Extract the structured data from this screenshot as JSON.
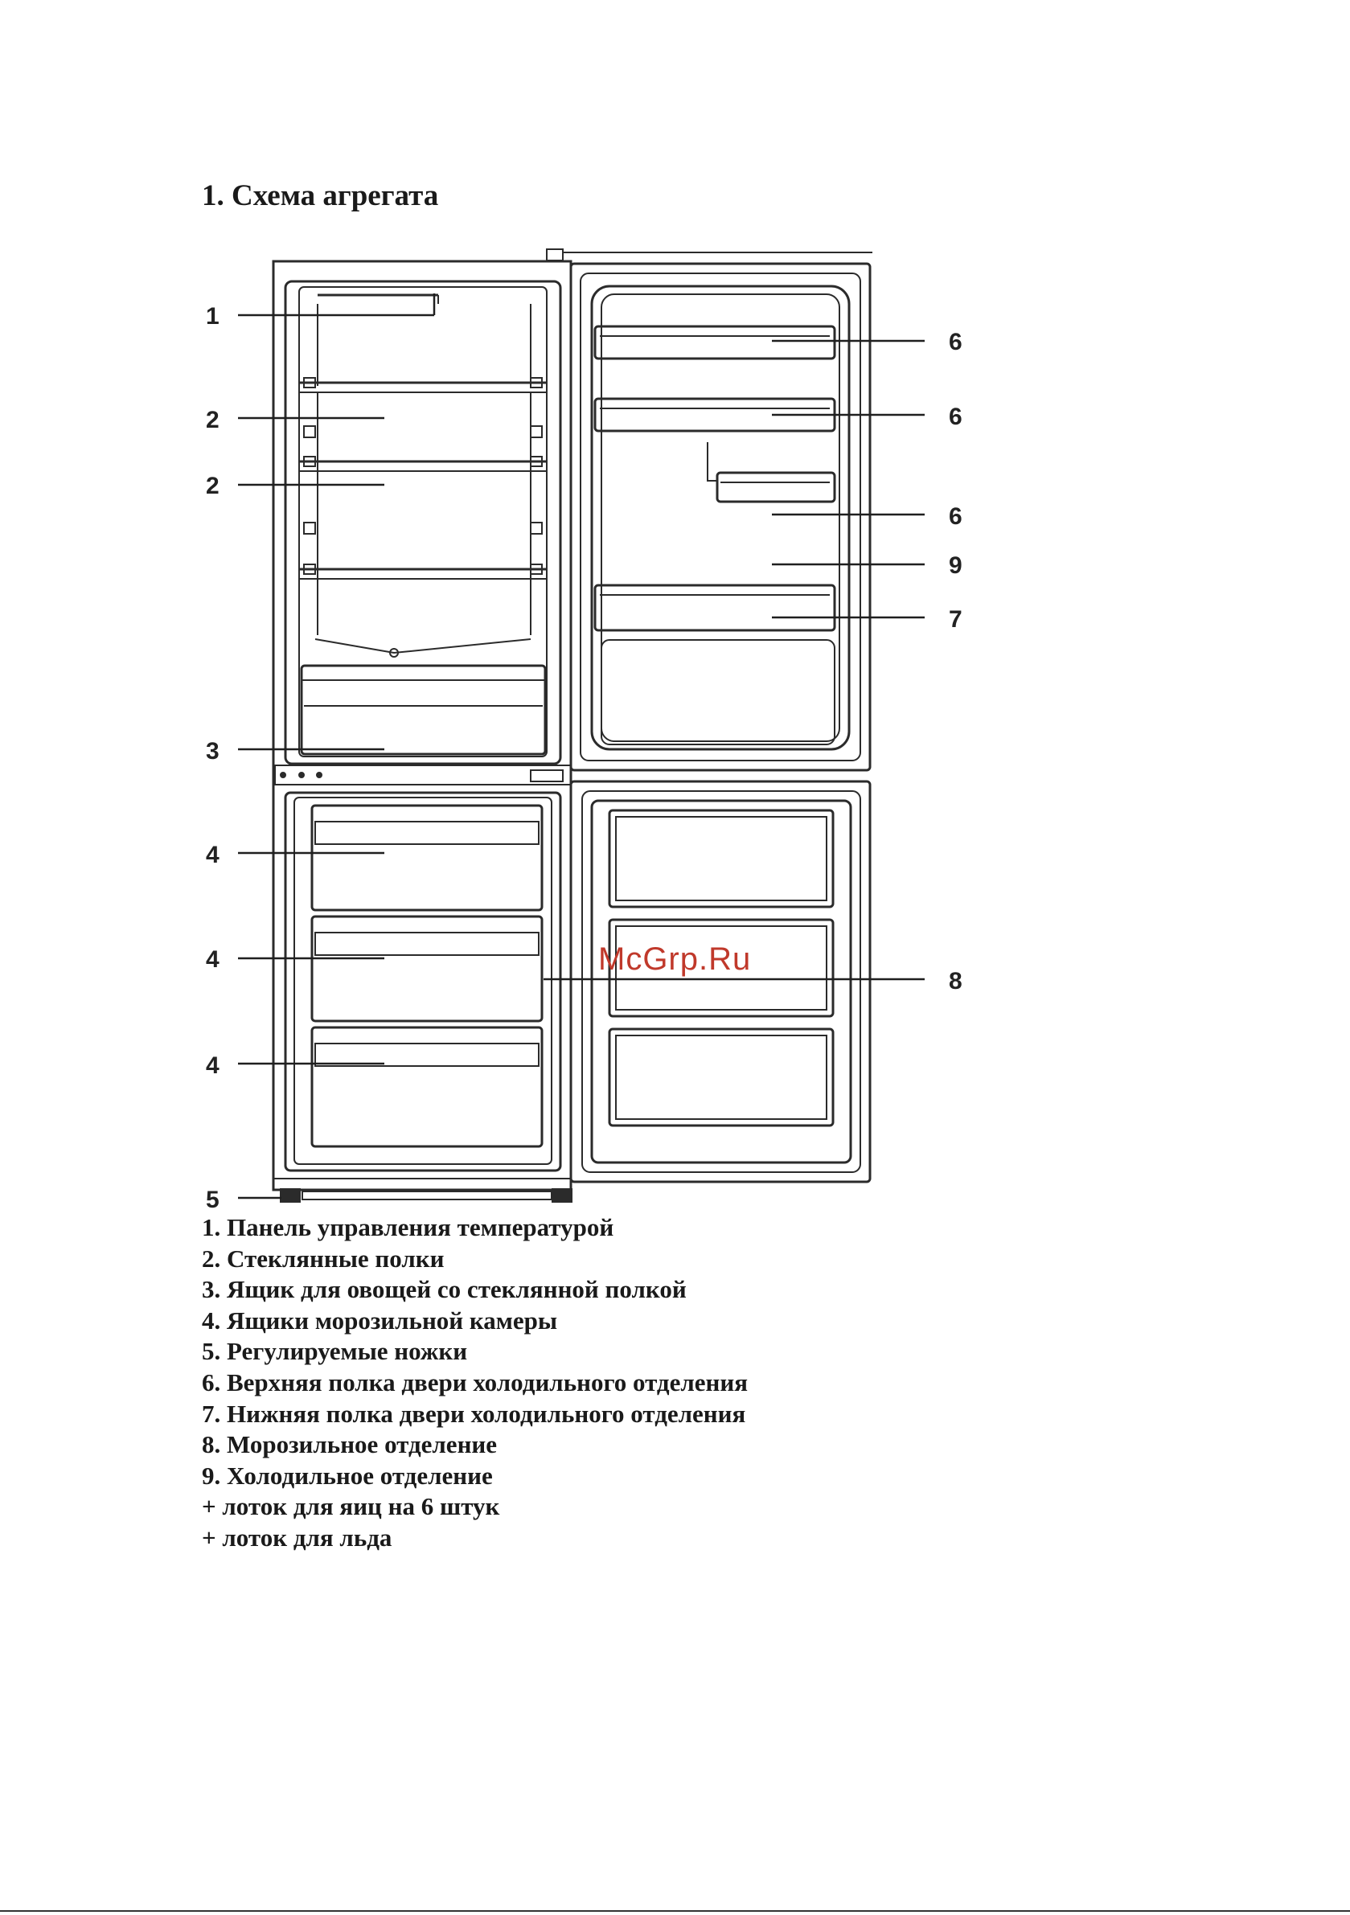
{
  "page": {
    "title": "1. Схема агрегата"
  },
  "diagram": {
    "callouts_left": [
      "1",
      "2",
      "2",
      "3",
      "4",
      "4",
      "4",
      "5"
    ],
    "callouts_right": [
      "6",
      "6",
      "6",
      "9",
      "7",
      "8"
    ],
    "watermark": "McGrp.Ru"
  },
  "legend": {
    "items": [
      "1. Панель управления температурой",
      "2. Стеклянные полки",
      "3. Ящик для овощей со стеклянной полкой",
      "4. Ящики морозильной камеры",
      "5. Регулируемые ножки",
      "6. Верхняя полка двери холодильного отделения",
      "7. Нижняя полка двери холодильного отделения",
      "8. Морозильное отделение",
      "9. Холодильное отделение",
      "+ лоток для яиц на 6 штук",
      "+ лоток для льда"
    ]
  }
}
